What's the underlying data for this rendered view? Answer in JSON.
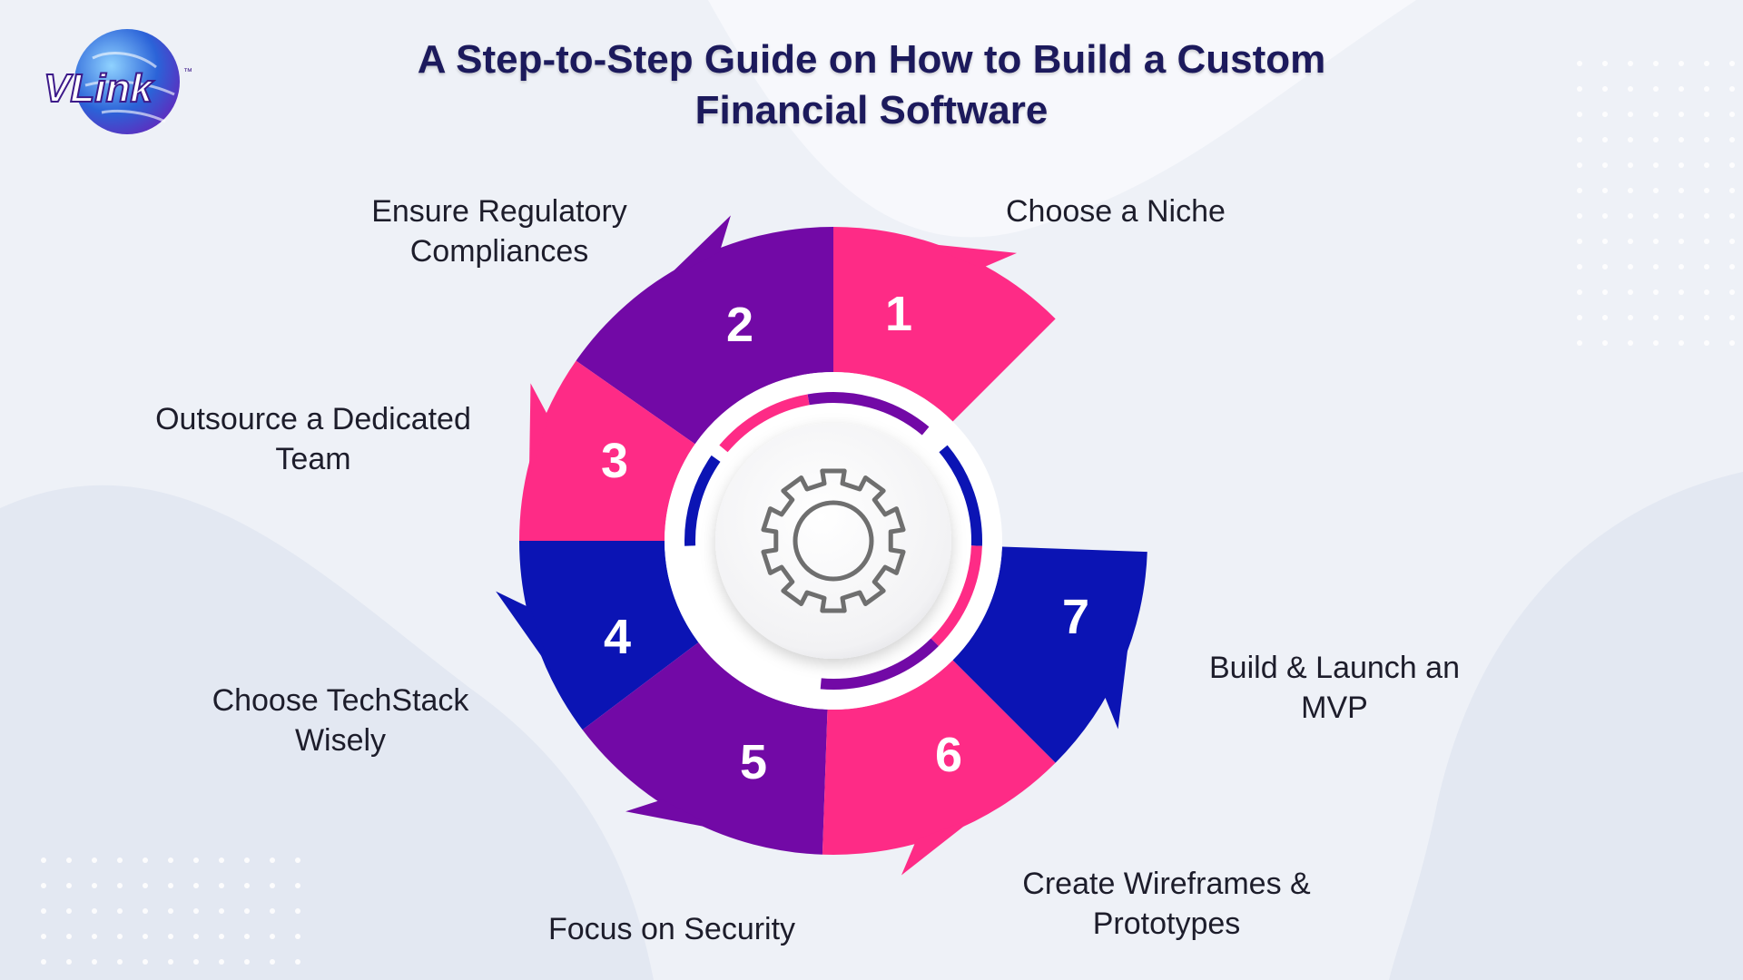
{
  "title": {
    "line1": "A Step-to-Step Guide on How to Build a Custom",
    "line2": "Financial Software"
  },
  "logo": {
    "text": "VLink",
    "tm": "™"
  },
  "colors": {
    "pink": "#fe2b86",
    "purple": "#7209a6",
    "blue": "#0b14b4",
    "title": "#1c1a5c",
    "gear": "#6f6f6f"
  },
  "center": {
    "icon": "gear-icon"
  },
  "steps": [
    {
      "number": "1",
      "color": "pink",
      "label": [
        "Choose a Niche"
      ]
    },
    {
      "number": "2",
      "color": "purple",
      "label": [
        "Ensure Regulatory",
        "Compliances"
      ]
    },
    {
      "number": "3",
      "color": "pink",
      "label": [
        "Outsource a Dedicated",
        "Team"
      ]
    },
    {
      "number": "4",
      "color": "blue",
      "label": [
        "Choose TechStack",
        "Wisely"
      ]
    },
    {
      "number": "5",
      "color": "purple",
      "label": [
        "Focus on Security"
      ]
    },
    {
      "number": "6",
      "color": "pink",
      "label": [
        "Create Wireframes &",
        "Prototypes"
      ]
    },
    {
      "number": "7",
      "color": "blue",
      "label": [
        "Build & Launch an",
        "MVP"
      ]
    }
  ]
}
